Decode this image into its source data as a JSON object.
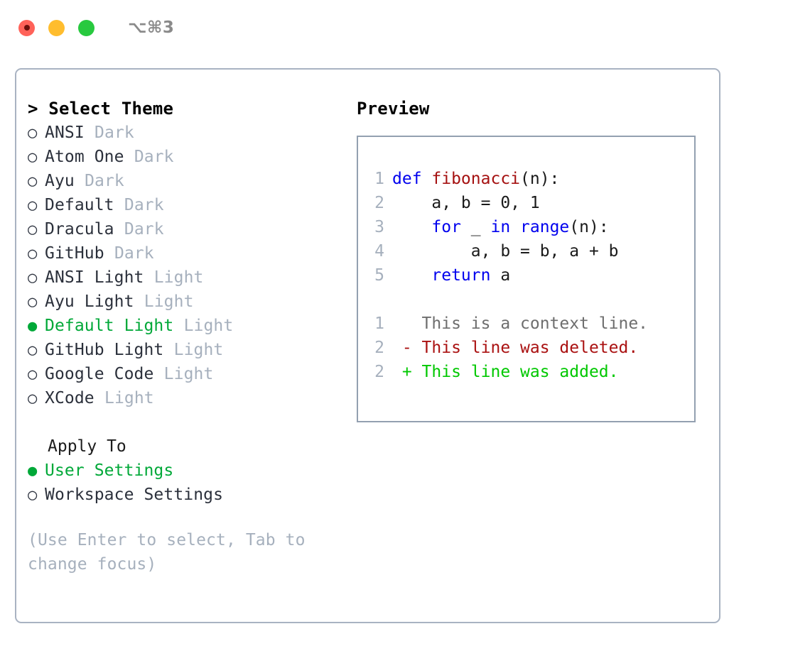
{
  "window": {
    "shortcut": "⌥⌘3",
    "traffic_lights": [
      {
        "name": "close",
        "color": "#ff6259"
      },
      {
        "name": "minimize",
        "color": "#ffbd2e"
      },
      {
        "name": "zoom",
        "color": "#28c93f"
      }
    ]
  },
  "colors": {
    "accent_green": "#00a838",
    "muted_gray": "#a6b0bd",
    "border": "#a9b3c2",
    "preview_border": "#93a0b0",
    "keyword_blue": "#0000ee",
    "function_red": "#a51111",
    "diff_add_green": "#00c800",
    "diff_del_red": "#aa1111"
  },
  "theme_list": {
    "heading": "> Select Theme",
    "prefix_marker": ">",
    "radio_on": "●",
    "radio_off": "○",
    "items": [
      {
        "label": "ANSI",
        "category": "Dark",
        "selected": false
      },
      {
        "label": "Atom One",
        "category": "Dark",
        "selected": false
      },
      {
        "label": "Ayu",
        "category": "Dark",
        "selected": false
      },
      {
        "label": "Default",
        "category": "Dark",
        "selected": false
      },
      {
        "label": "Dracula",
        "category": "Dark",
        "selected": false
      },
      {
        "label": "GitHub",
        "category": "Dark",
        "selected": false
      },
      {
        "label": "ANSI Light",
        "category": "Light",
        "selected": false
      },
      {
        "label": "Ayu Light",
        "category": "Light",
        "selected": false
      },
      {
        "label": "Default Light",
        "category": "Light",
        "selected": true
      },
      {
        "label": "GitHub Light",
        "category": "Light",
        "selected": false
      },
      {
        "label": "Google Code",
        "category": "Light",
        "selected": false
      },
      {
        "label": "XCode",
        "category": "Light",
        "selected": false
      }
    ]
  },
  "apply_to": {
    "heading": "Apply To",
    "items": [
      {
        "label": "User Settings",
        "selected": true
      },
      {
        "label": "Workspace Settings",
        "selected": false
      }
    ]
  },
  "hint": "(Use Enter to select, Tab to change focus)",
  "preview": {
    "title": "Preview",
    "code_lines": [
      {
        "number": "1",
        "tokens": [
          {
            "text": "def ",
            "type": "keyword"
          },
          {
            "text": "fibonacci",
            "type": "function"
          },
          {
            "text": "(n):",
            "type": "plain"
          }
        ]
      },
      {
        "number": "2",
        "tokens": [
          {
            "text": "    a, b = 0, 1",
            "type": "plain"
          }
        ]
      },
      {
        "number": "3",
        "tokens": [
          {
            "text": "    ",
            "type": "plain"
          },
          {
            "text": "for",
            "type": "keyword"
          },
          {
            "text": " _ ",
            "type": "plain"
          },
          {
            "text": "in",
            "type": "keyword"
          },
          {
            "text": " ",
            "type": "plain"
          },
          {
            "text": "range",
            "type": "keyword"
          },
          {
            "text": "(n):",
            "type": "plain"
          }
        ]
      },
      {
        "number": "4",
        "tokens": [
          {
            "text": "        a, b = b, a + b",
            "type": "plain"
          }
        ]
      },
      {
        "number": "5",
        "tokens": [
          {
            "text": "    ",
            "type": "plain"
          },
          {
            "text": "return",
            "type": "keyword"
          },
          {
            "text": " a",
            "type": "plain"
          }
        ]
      }
    ],
    "diff_lines": [
      {
        "number": "1",
        "marker": " ",
        "text": "This is a context line.",
        "kind": "context"
      },
      {
        "number": "2",
        "marker": "-",
        "text": "This line was deleted.",
        "kind": "deleted"
      },
      {
        "number": "2",
        "marker": "+",
        "text": "This line was added.",
        "kind": "added"
      }
    ]
  }
}
